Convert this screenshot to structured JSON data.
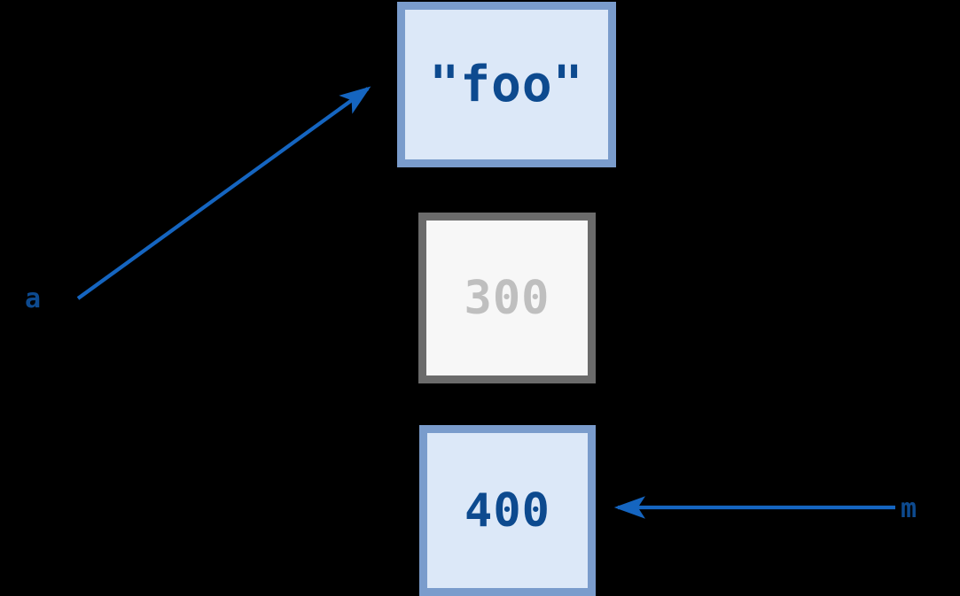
{
  "diagram": {
    "title": "variable reference diagram",
    "background_color": "#000000",
    "accent_color": "#1565c0",
    "active_box_fill": "#dce8f8",
    "active_box_border": "#7a9ccc",
    "active_text_color": "#0d4a8f",
    "inactive_box_fill": "#f7f7f7",
    "inactive_box_border": "#6b6b6b",
    "inactive_text_color": "#bfbfbf"
  },
  "boxes": [
    {
      "id": "foo",
      "value": "\"foo\"",
      "state": "active"
    },
    {
      "id": "three-hundred",
      "value": "300",
      "state": "inactive"
    },
    {
      "id": "four-hundred",
      "value": "400",
      "state": "active"
    }
  ],
  "references": [
    {
      "id": "a",
      "label": "a",
      "points_to": "foo",
      "direction": "up-right"
    },
    {
      "id": "m",
      "label": "m",
      "points_to": "four-hundred",
      "direction": "left"
    }
  ]
}
